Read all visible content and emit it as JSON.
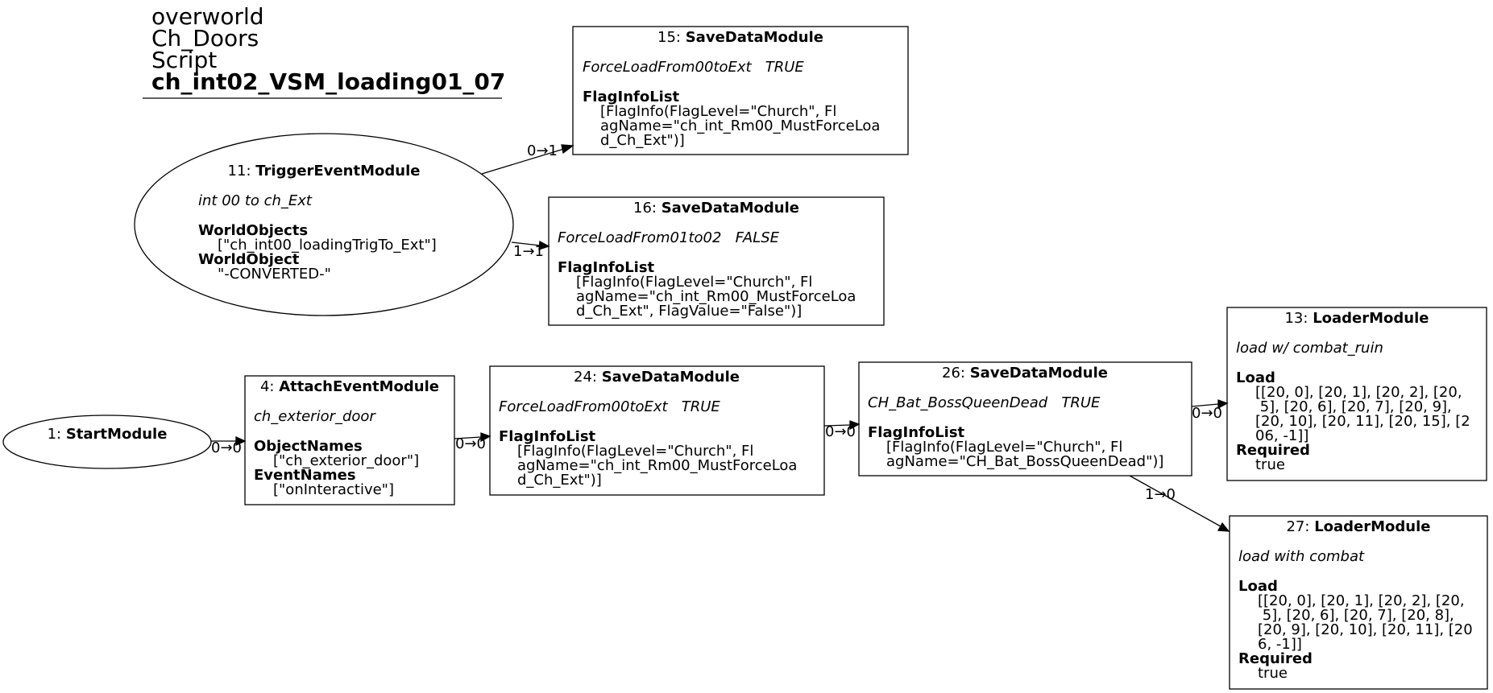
{
  "header": {
    "lines": [
      "overworld",
      "Ch_Doors",
      "Script"
    ],
    "name": "ch_int02_VSM_loading01_07"
  },
  "nodes": {
    "n15": {
      "id": "15",
      "type": "SaveDataModule",
      "label": "ForceLoadFrom00toExt   TRUE",
      "prop": "FlagInfoList",
      "value_lines": [
        "[FlagInfo(FlagLevel=\"Church\", Fl",
        "agName=\"ch_int_Rm00_MustForceLoa",
        "d_Ch_Ext\")]"
      ]
    },
    "n11": {
      "id": "11",
      "type": "TriggerEventModule",
      "label": "int 00 to ch_Ext",
      "prop1": "WorldObjects",
      "value1": "[\"ch_int00_loadingTrigTo_Ext\"]",
      "prop2": "WorldObject",
      "value2": "\"-CONVERTED-\""
    },
    "n16": {
      "id": "16",
      "type": "SaveDataModule",
      "label": "ForceLoadFrom01to02   FALSE",
      "prop": "FlagInfoList",
      "value_lines": [
        "[FlagInfo(FlagLevel=\"Church\", Fl",
        "agName=\"ch_int_Rm00_MustForceLoa",
        "d_Ch_Ext\", FlagValue=\"False\")]"
      ]
    },
    "n13": {
      "id": "13",
      "type": "LoaderModule",
      "label": "load w/ combat_ruin",
      "prop1": "Load",
      "value1_lines": [
        "[[20, 0], [20, 1], [20, 2], [20,",
        " 5], [20, 6], [20, 7], [20, 9],",
        "[20, 10], [20, 11], [20, 15], [2",
        "06, -1]]"
      ],
      "prop2": "Required",
      "value2": "true"
    },
    "n1": {
      "id": "1",
      "type": "StartModule"
    },
    "n4": {
      "id": "4",
      "type": "AttachEventModule",
      "label": "ch_exterior_door",
      "prop1": "ObjectNames",
      "value1": "[\"ch_exterior_door\"]",
      "prop2": "EventNames",
      "value2": "[\"onInteractive\"]"
    },
    "n24": {
      "id": "24",
      "type": "SaveDataModule",
      "label": "ForceLoadFrom00toExt   TRUE",
      "prop": "FlagInfoList",
      "value_lines": [
        "[FlagInfo(FlagLevel=\"Church\", Fl",
        "agName=\"ch_int_Rm00_MustForceLoa",
        "d_Ch_Ext\")]"
      ]
    },
    "n26": {
      "id": "26",
      "type": "SaveDataModule",
      "label": "CH_Bat_BossQueenDead   TRUE",
      "prop": "FlagInfoList",
      "value_lines": [
        "[FlagInfo(FlagLevel=\"Church\", Fl",
        "agName=\"CH_Bat_BossQueenDead\")]"
      ]
    },
    "n27": {
      "id": "27",
      "type": "LoaderModule",
      "label": "load with combat",
      "prop1": "Load",
      "value1_lines": [
        "[[20, 0], [20, 1], [20, 2], [20,",
        " 5], [20, 6], [20, 7], [20, 8],",
        "[20, 9], [20, 10], [20, 11], [20",
        "6, -1]]"
      ],
      "prop2": "Required",
      "value2": "true"
    }
  },
  "edges": {
    "e11_15": "0→1",
    "e11_16": "1→1",
    "e1_4": "0→0",
    "e4_24": "0→0",
    "e24_26": "0→0",
    "e26_13": "0→0",
    "e26_27": "1→0"
  }
}
